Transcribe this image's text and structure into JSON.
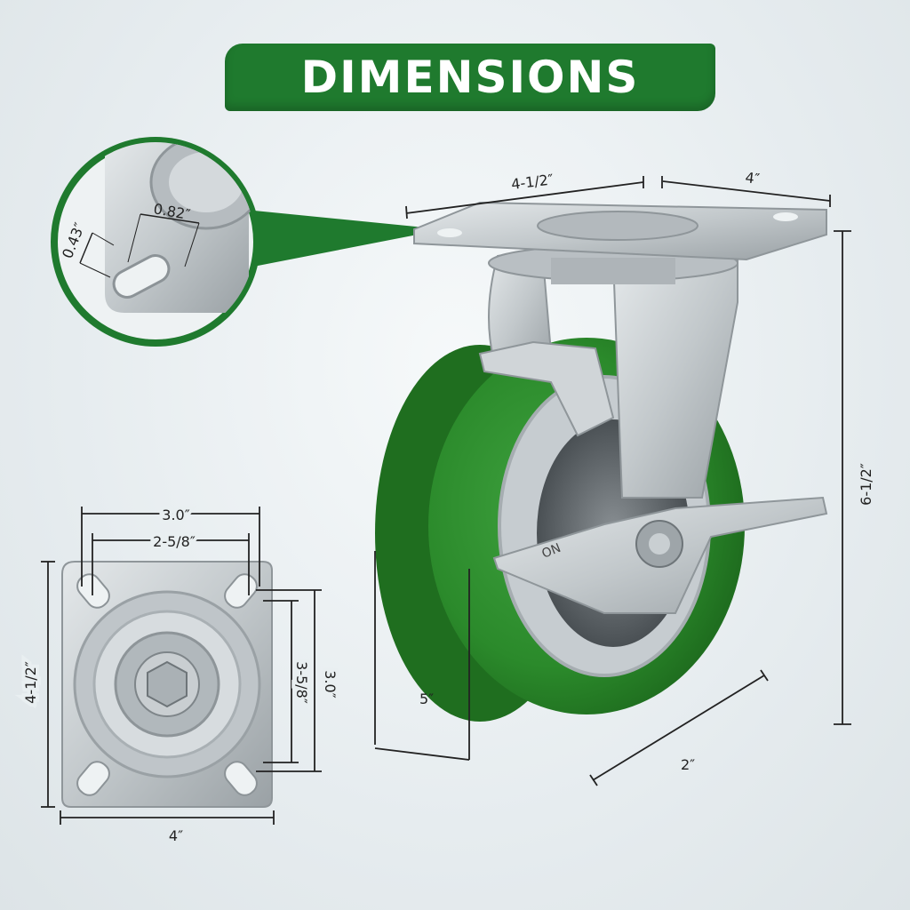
{
  "title": "DIMENSIONS",
  "colors": {
    "brand_green": "#1f7a2e",
    "wheel_green": "#2e8b2e",
    "metal": "#c9cfd2",
    "background": "#e9eff1"
  },
  "dimensions": {
    "plate_length_top": "4-1/2″",
    "plate_width_top": "4″",
    "overall_height": "6-1/2″",
    "wheel_diameter": "5″",
    "wheel_width": "2″",
    "slot_width": "0.82″",
    "slot_height": "0.43″",
    "bolt_spacing_outer_x": "3.0″",
    "bolt_spacing_inner_x": "2-5/8″",
    "bolt_spacing_outer_y": "3.0″",
    "bolt_spacing_inner_y": "3-5/8″",
    "plate_side_length": "4-1/2″",
    "plate_bottom_width": "4″"
  },
  "brake_label": "ON"
}
